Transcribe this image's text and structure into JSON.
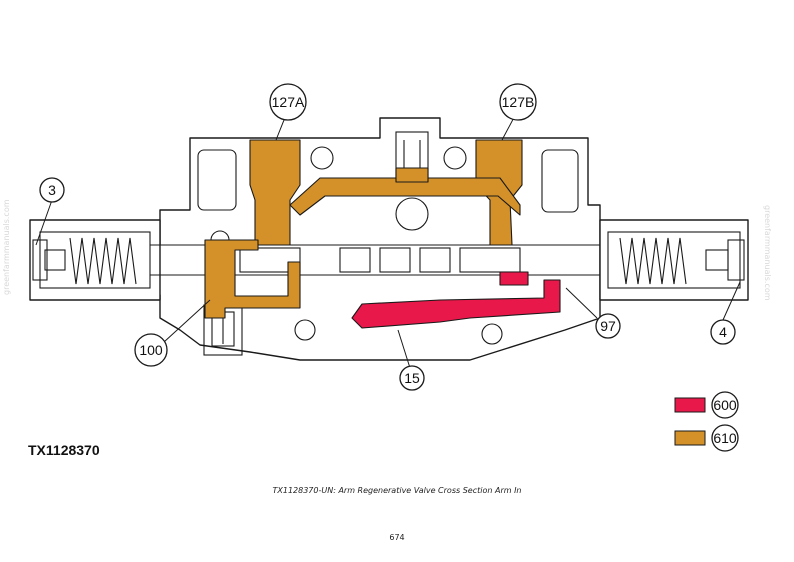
{
  "callouts": {
    "c127a": "127A",
    "c127b": "127B",
    "c3": "3",
    "c4": "4",
    "c100": "100",
    "c15": "15",
    "c97": "97"
  },
  "legend": [
    {
      "label": "600",
      "color": "#e8194a"
    },
    {
      "label": "610",
      "color": "#d4912a"
    }
  ],
  "colors": {
    "pressure_oil": "#e8194a",
    "return_oil": "#d4912a",
    "outline": "#1a1a1a"
  },
  "figure_id": "TX1128370",
  "caption": "TX1128370-UN: Arm Regenerative Valve Cross Section Arm In",
  "page_number": "674",
  "watermark": "greenfarmmanuals.com"
}
